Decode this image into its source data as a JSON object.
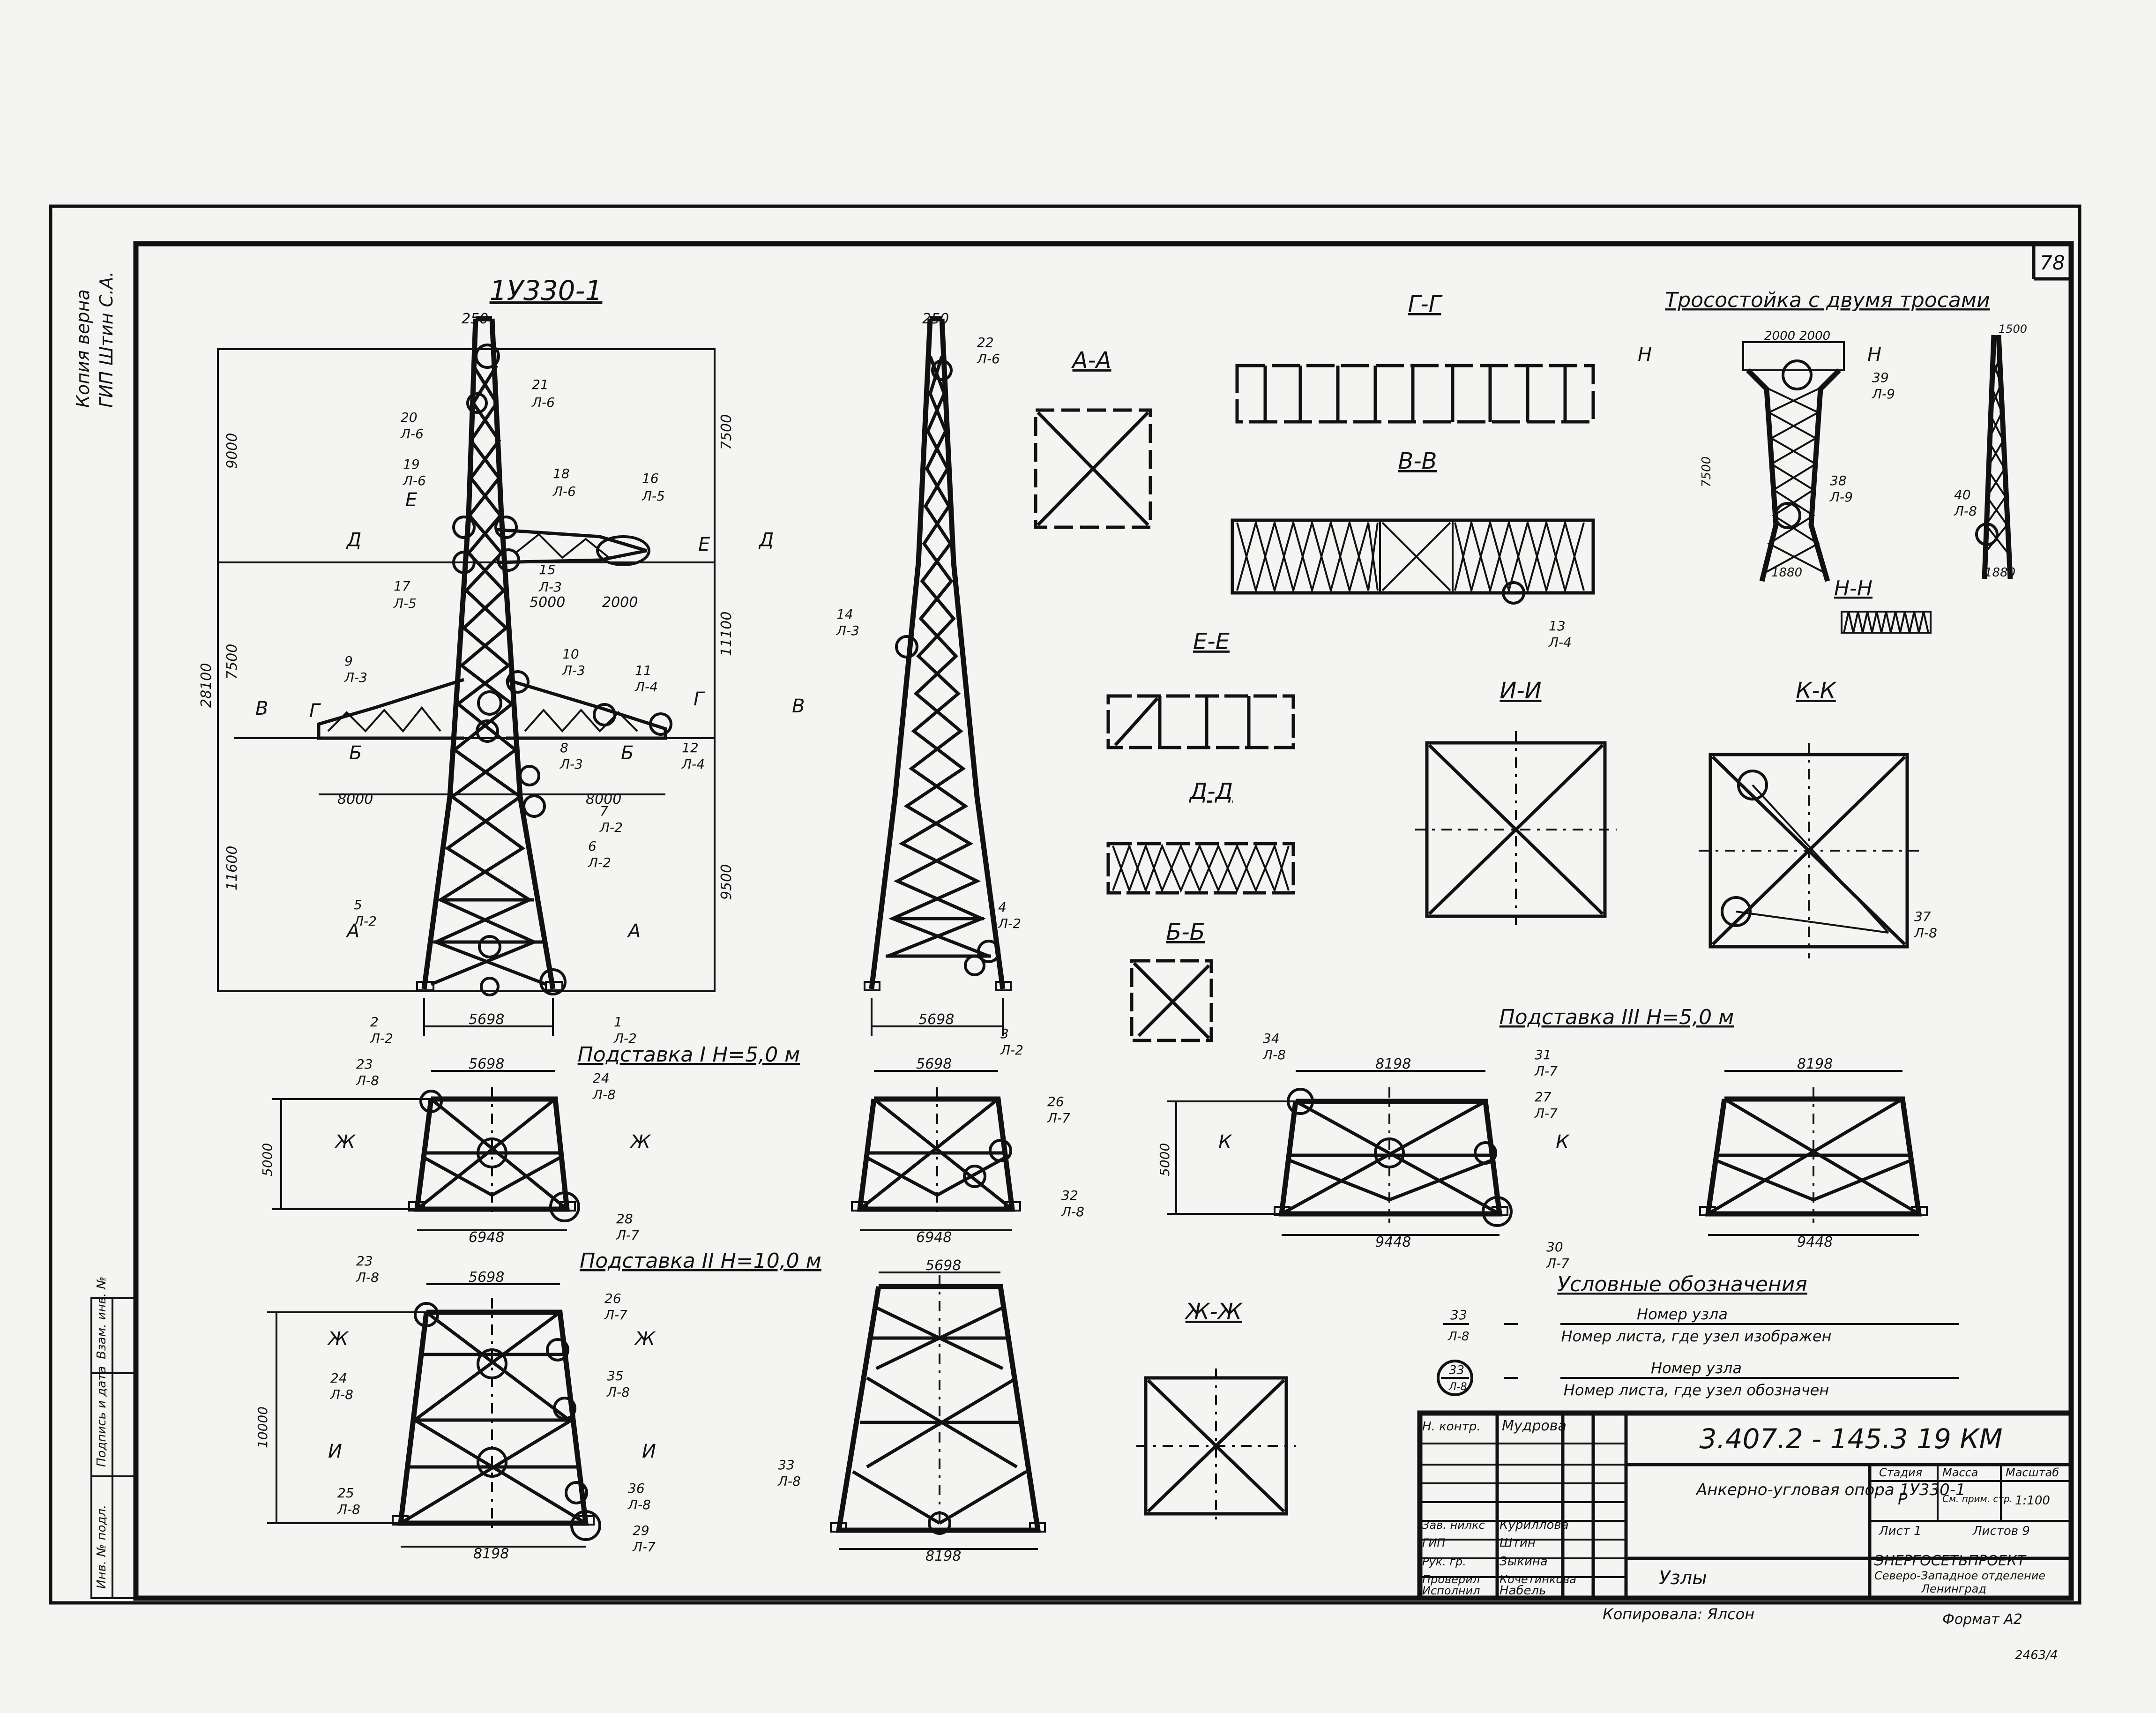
{
  "sheet_number": "78",
  "left_margin": {
    "copy_note_1": "Копия верна",
    "copy_note_2": "ГИП Штин С.А.",
    "inv_no": "Инв. № подл.",
    "sign_date": "Подпись и дата",
    "replace_inv": "Взам. инв. №"
  },
  "titles": {
    "main_tower": "1У330-1",
    "cable_stand": "Тросостойка с двумя тросами",
    "base1": "Подставка I  H=5,0 м",
    "base2": "Подставка II  H=10,0 м",
    "base3": "Подставка III  H=5,0 м"
  },
  "sections": {
    "aa": "А-А",
    "gg": "Г-Г",
    "vv": "В-В",
    "ee": "Е-Е",
    "dd": "Д-Д",
    "bb": "Б-Б",
    "ii": "И-И",
    "kk": "К-К",
    "zhzh": "Ж-Ж",
    "nn": "Н-Н"
  },
  "dimensions": {
    "top": "250",
    "d9000": "9000",
    "d7500": "7500",
    "d7500b": "7500",
    "d11100": "11100",
    "d28100": "28100",
    "d11600": "11600",
    "d9500": "9500",
    "d5000": "5000",
    "d2000": "2000",
    "d8000a": "8000",
    "d8000b": "8000",
    "base_width": "5698",
    "b1_top": "5698",
    "b1_bot": "6948",
    "b1_h": "5000",
    "b2_top": "5698",
    "b2_bot": "8198",
    "b2_h": "10000",
    "b3_top": "8198",
    "b3_bot": "9448",
    "b3_h": "5000",
    "ts_2000a": "2000",
    "ts_2000b": "2000",
    "ts_1500": "1500",
    "ts_7500": "7500",
    "ts_1880": "1880",
    "ts_1880b": "1880"
  },
  "node_labels": [
    {
      "n": "21",
      "s": "Л-6"
    },
    {
      "n": "20",
      "s": "Л-6"
    },
    {
      "n": "19",
      "s": "Л-6"
    },
    {
      "n": "18",
      "s": "Л-6"
    },
    {
      "n": "16",
      "s": "Л-5"
    },
    {
      "n": "17",
      "s": "Л-5"
    },
    {
      "n": "15",
      "s": "Л-3"
    },
    {
      "n": "9",
      "s": "Л-3"
    },
    {
      "n": "10",
      "s": "Л-3"
    },
    {
      "n": "11",
      "s": "Л-4"
    },
    {
      "n": "8",
      "s": "Л-3"
    },
    {
      "n": "12",
      "s": "Л-4"
    },
    {
      "n": "7",
      "s": "Л-2"
    },
    {
      "n": "6",
      "s": "Л-2"
    },
    {
      "n": "5",
      "s": "Л-2"
    },
    {
      "n": "2",
      "s": "Л-2"
    },
    {
      "n": "1",
      "s": "Л-2"
    },
    {
      "n": "22",
      "s": "Л-6"
    },
    {
      "n": "14",
      "s": "Л-3"
    },
    {
      "n": "4",
      "s": "Л-2"
    },
    {
      "n": "3",
      "s": "Л-2"
    },
    {
      "n": "13",
      "s": "Л-4"
    },
    {
      "n": "39",
      "s": "Л-9"
    },
    {
      "n": "38",
      "s": "Л-9"
    },
    {
      "n": "40",
      "s": "Л-8"
    },
    {
      "n": "37",
      "s": "Л-8"
    },
    {
      "n": "23",
      "s": "Л-8"
    },
    {
      "n": "24",
      "s": "Л-8"
    },
    {
      "n": "28",
      "s": "Л-7"
    },
    {
      "n": "26",
      "s": "Л-7"
    },
    {
      "n": "32",
      "s": "Л-8"
    },
    {
      "n": "34",
      "s": "Л-8"
    },
    {
      "n": "31",
      "s": "Л-7"
    },
    {
      "n": "27",
      "s": "Л-7"
    },
    {
      "n": "30",
      "s": "Л-7"
    },
    {
      "n": "23",
      "s": "Л-8"
    },
    {
      "n": "26",
      "s": "Л-7"
    },
    {
      "n": "24",
      "s": "Л-8"
    },
    {
      "n": "35",
      "s": "Л-8"
    },
    {
      "n": "25",
      "s": "Л-8"
    },
    {
      "n": "36",
      "s": "Л-8"
    },
    {
      "n": "29",
      "s": "Л-7"
    },
    {
      "n": "33",
      "s": "Л-8"
    }
  ],
  "legend": {
    "title": "Условные обозначения",
    "num": "33",
    "sheet": "Л-8",
    "row1": "Номер узла",
    "row2": "Номер листа, где узел изображен",
    "row3": "Номер узла",
    "row4": "Номер листа, где узел обозначен"
  },
  "stamp": {
    "doc_code": "3.407.2 - 145.3     19 КМ",
    "object": "Анкерно-угловая опора 1У330-1",
    "sheet_title": "Узлы",
    "stage_h": "Стадия",
    "mass_h": "Масса",
    "scale_h": "Масштаб",
    "stage": "Р",
    "mass": "См. прим. стр.",
    "scale": "1:100",
    "sheet_lbl": "Лист 1",
    "sheets_lbl": "Листов 9",
    "org1": "ЭНЕРГОСЕТЬПРОЕКТ",
    "org2": "Северо-Западное отделение",
    "org3": "Ленинград",
    "rows": [
      {
        "role": "Н. контр.",
        "name": "Мудрова"
      },
      {
        "role": "Зав. нилкс",
        "name": "Куриллова"
      },
      {
        "role": "ГИП",
        "name": "Штин"
      },
      {
        "role": "Рук. гр.",
        "name": "Зыкина"
      },
      {
        "role": "Проверил",
        "name": "Кочетинкова"
      },
      {
        "role": "Исполнил",
        "name": "Набель"
      }
    ],
    "copied": "Копировала: Ялсон",
    "format": "Формат А2",
    "inv": "2463/4"
  }
}
